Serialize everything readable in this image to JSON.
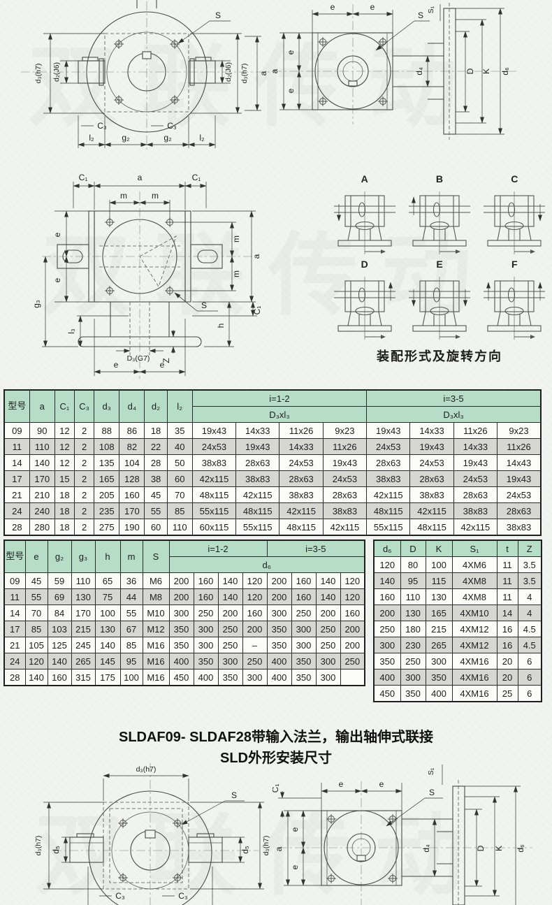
{
  "watermark": "双联传动",
  "title": {
    "line1": "SLDAF09- SLDAF28带输入法兰，输出轴伸式联接",
    "line2": "SLD外形安装尺寸"
  },
  "assembly": {
    "caption": "装配形式及旋转方向",
    "labels": [
      "A",
      "B",
      "C",
      "D",
      "E",
      "F"
    ]
  },
  "dim_labels": {
    "s": "S",
    "s1": "S₁",
    "a": "a",
    "e": "e",
    "m": "m",
    "h": "h",
    "z": "Z",
    "k": "K",
    "big_d": "D",
    "c1": "C₁",
    "c3": "C₃",
    "d2j6": "d₂(J6)",
    "d3h7": "d₃(h7)",
    "d4": "d₄",
    "d5": "d₅",
    "d6": "d₆",
    "l2": "l₂",
    "l3": "l₃",
    "g2": "g₂",
    "g3": "g₃",
    "d3g7": "D₃(G7)"
  },
  "tables": {
    "t1": {
      "col_headers": [
        "型号",
        "a",
        "C₁",
        "C₃",
        "d₃",
        "d₄",
        "d₂",
        "l₂"
      ],
      "group_headers": [
        "i=1-2",
        "i=3-5"
      ],
      "sub_headers": [
        "D₃xl₃",
        "D₃xl₃"
      ],
      "rows": [
        [
          "09",
          "90",
          "12",
          "2",
          "88",
          "86",
          "18",
          "35",
          "19x43",
          "14x33",
          "11x26",
          "9x23",
          "19x43",
          "14x33",
          "11x26",
          "9x23"
        ],
        [
          "11",
          "110",
          "12",
          "2",
          "108",
          "82",
          "22",
          "40",
          "24x53",
          "19x43",
          "14x33",
          "11x26",
          "24x53",
          "19x43",
          "14x33",
          "11x26"
        ],
        [
          "14",
          "140",
          "12",
          "2",
          "135",
          "104",
          "28",
          "50",
          "38x83",
          "28x63",
          "24x53",
          "19x43",
          "28x63",
          "24x53",
          "19x43",
          "14x43"
        ],
        [
          "17",
          "170",
          "15",
          "2",
          "165",
          "128",
          "38",
          "60",
          "42x115",
          "38x83",
          "28x63",
          "24x53",
          "38x83",
          "28x63",
          "24x53",
          "19x43"
        ],
        [
          "21",
          "210",
          "18",
          "2",
          "205",
          "160",
          "45",
          "70",
          "48x115",
          "42x115",
          "38x83",
          "28x63",
          "42x115",
          "38x83",
          "28x63",
          "24x53"
        ],
        [
          "24",
          "240",
          "18",
          "2",
          "235",
          "170",
          "55",
          "85",
          "55x115",
          "48x115",
          "42x115",
          "38x83",
          "48x115",
          "42x115",
          "38x83",
          "28x63"
        ],
        [
          "28",
          "280",
          "18",
          "2",
          "275",
          "190",
          "60",
          "110",
          "60x115",
          "55x115",
          "48x115",
          "42x115",
          "55x115",
          "48x115",
          "42x115",
          "38x83"
        ]
      ]
    },
    "t2": {
      "col_headers": [
        "型号",
        "e",
        "g₂",
        "g₃",
        "h",
        "m",
        "S"
      ],
      "group_headers": [
        "i=1-2",
        "i=3-5"
      ],
      "sub_header": "d₆",
      "rows": [
        [
          "09",
          "45",
          "59",
          "110",
          "65",
          "36",
          "M6",
          "200",
          "160",
          "140",
          "120",
          "200",
          "160",
          "140",
          "120"
        ],
        [
          "11",
          "55",
          "69",
          "130",
          "75",
          "44",
          "M8",
          "200",
          "160",
          "140",
          "120",
          "200",
          "160",
          "140",
          "120"
        ],
        [
          "14",
          "70",
          "84",
          "170",
          "100",
          "55",
          "M10",
          "300",
          "250",
          "200",
          "160",
          "300",
          "250",
          "200",
          "160"
        ],
        [
          "17",
          "85",
          "103",
          "215",
          "130",
          "67",
          "M12",
          "350",
          "300",
          "250",
          "200",
          "350",
          "300",
          "250",
          "200"
        ],
        [
          "21",
          "105",
          "125",
          "245",
          "140",
          "85",
          "M16",
          "350",
          "300",
          "250",
          "–",
          "350",
          "300",
          "250",
          "200"
        ],
        [
          "24",
          "120",
          "140",
          "265",
          "145",
          "95",
          "M16",
          "400",
          "350",
          "300",
          "250",
          "400",
          "350",
          "300",
          "250"
        ],
        [
          "28",
          "140",
          "160",
          "315",
          "175",
          "100",
          "M16",
          "450",
          "400",
          "350",
          "300",
          "400",
          "350",
          "300",
          ""
        ]
      ]
    },
    "t3": {
      "col_headers": [
        "d₆",
        "D",
        "K",
        "S₁",
        "t",
        "Z"
      ],
      "rows": [
        [
          "120",
          "80",
          "100",
          "4XM6",
          "11",
          "3.5"
        ],
        [
          "140",
          "95",
          "115",
          "4XM8",
          "11",
          "3.5"
        ],
        [
          "160",
          "110",
          "130",
          "4XM8",
          "11",
          "4"
        ],
        [
          "200",
          "130",
          "165",
          "4XM10",
          "14",
          "4"
        ],
        [
          "250",
          "180",
          "215",
          "4XM12",
          "16",
          "4.5"
        ],
        [
          "300",
          "230",
          "265",
          "4XM12",
          "16",
          "4.5"
        ],
        [
          "350",
          "250",
          "300",
          "4XM16",
          "20",
          "6"
        ],
        [
          "400",
          "300",
          "350",
          "4XM16",
          "20",
          "6"
        ],
        [
          "450",
          "350",
          "400",
          "4XM16",
          "25",
          "6"
        ]
      ]
    }
  }
}
